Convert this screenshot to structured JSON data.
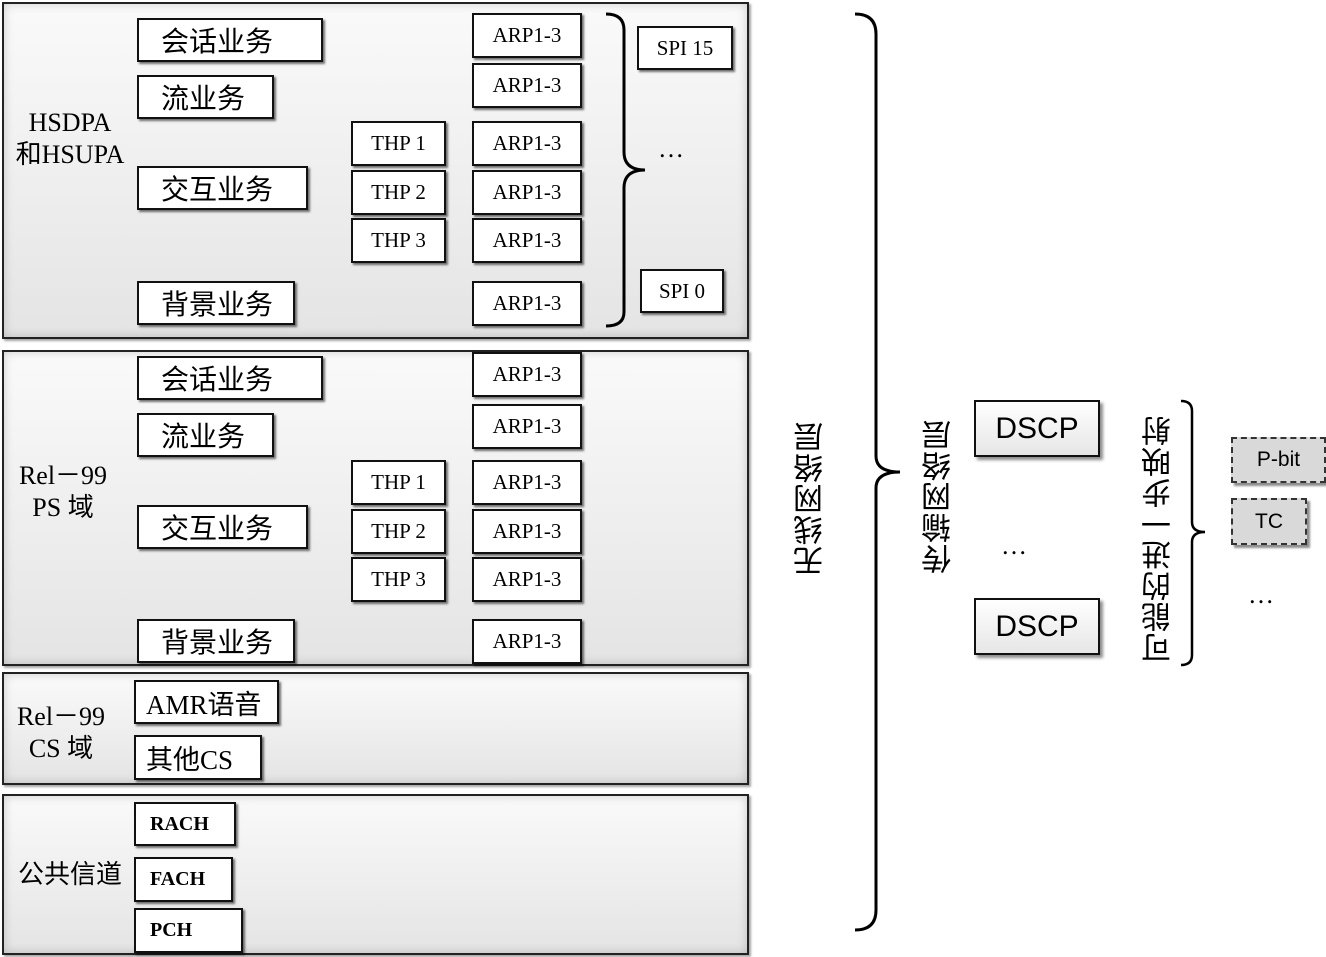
{
  "domains": {
    "hsdpa_label": "HSDPA\n和HSUPA",
    "rel99_ps_label": "Rel－99\nPS 域",
    "rel99_cs_label": "Rel－99\nCS 域",
    "common_label": "公共信道"
  },
  "services": {
    "conversational": "会话业务",
    "streaming": "流业务",
    "interactive": "交互业务",
    "background": "背景业务"
  },
  "thp": [
    "THP 1",
    "THP 2",
    "THP 3"
  ],
  "arp": "ARP1-3",
  "spi": {
    "top": "SPI 15",
    "bottom": "SPI 0",
    "ellipsis": "…"
  },
  "cs_services": {
    "amr": "AMR语音",
    "other": "其他CS"
  },
  "channels": [
    "RACH",
    "FACH",
    "PCH"
  ],
  "layers": {
    "radio": "无线网络层",
    "transport": "传输网络层",
    "mapping": "可能的进一步映射"
  },
  "dscp": {
    "label": "DSCP",
    "ellipsis": "…"
  },
  "mapping_targets": {
    "pbit": "P-bit",
    "tc": "TC",
    "ellipsis": "…"
  }
}
